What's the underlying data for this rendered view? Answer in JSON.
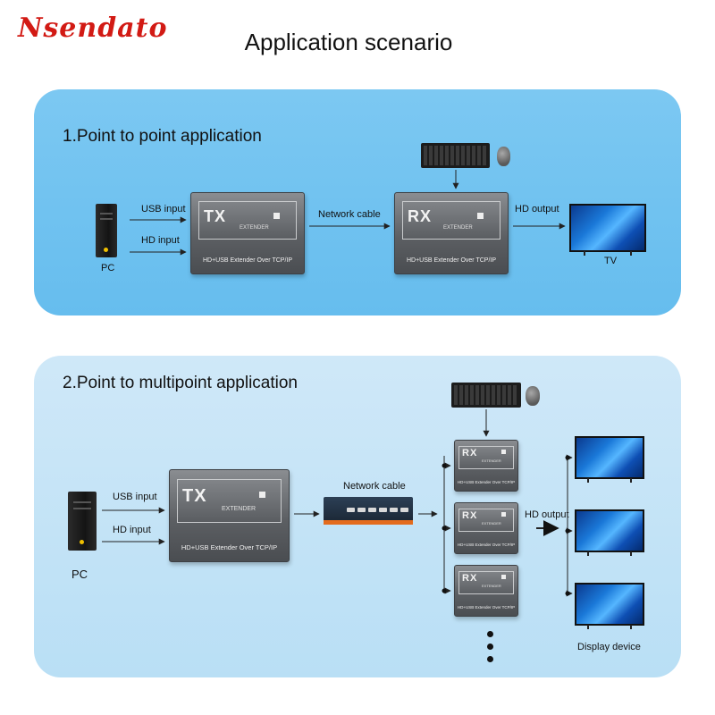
{
  "brand": "Nsendato",
  "title": "Application scenario",
  "section1": {
    "heading": "1.Point to point application",
    "pc_label": "PC",
    "usb_input": "USB input",
    "hd_input": "HD input",
    "tx": {
      "code": "TX",
      "ext": "EXTENDER",
      "sub": "HD+USB Extender Over TCP/IP"
    },
    "network_cable": "Network cable",
    "rx": {
      "code": "RX",
      "ext": "EXTENDER",
      "sub": "HD+USB Extender Over TCP/IP"
    },
    "hd_output": "HD output",
    "tv_label": "TV"
  },
  "section2": {
    "heading": "2.Point to multipoint application",
    "pc_label": "PC",
    "usb_input": "USB input",
    "hd_input": "HD input",
    "tx": {
      "code": "TX",
      "ext": "EXTENDER",
      "sub": "HD+USB Extender Over TCP/IP"
    },
    "network_cable": "Network cable",
    "receivers": [
      {
        "code": "RX",
        "ext": "EXTENDER",
        "sub": "HD+USB Extender Over TCP/IP"
      },
      {
        "code": "RX",
        "ext": "EXTENDER",
        "sub": "HD+USB Extender Over TCP/IP"
      },
      {
        "code": "RX",
        "ext": "EXTENDER",
        "sub": "HD+USB Extender Over TCP/IP"
      }
    ],
    "hd_output": "HD output",
    "display_label": "Display device"
  },
  "colors": {
    "brand": "#d21a14",
    "panel1": "#6ec1ef",
    "panel2": "#c4e3f6",
    "box": "#5c5f63"
  }
}
